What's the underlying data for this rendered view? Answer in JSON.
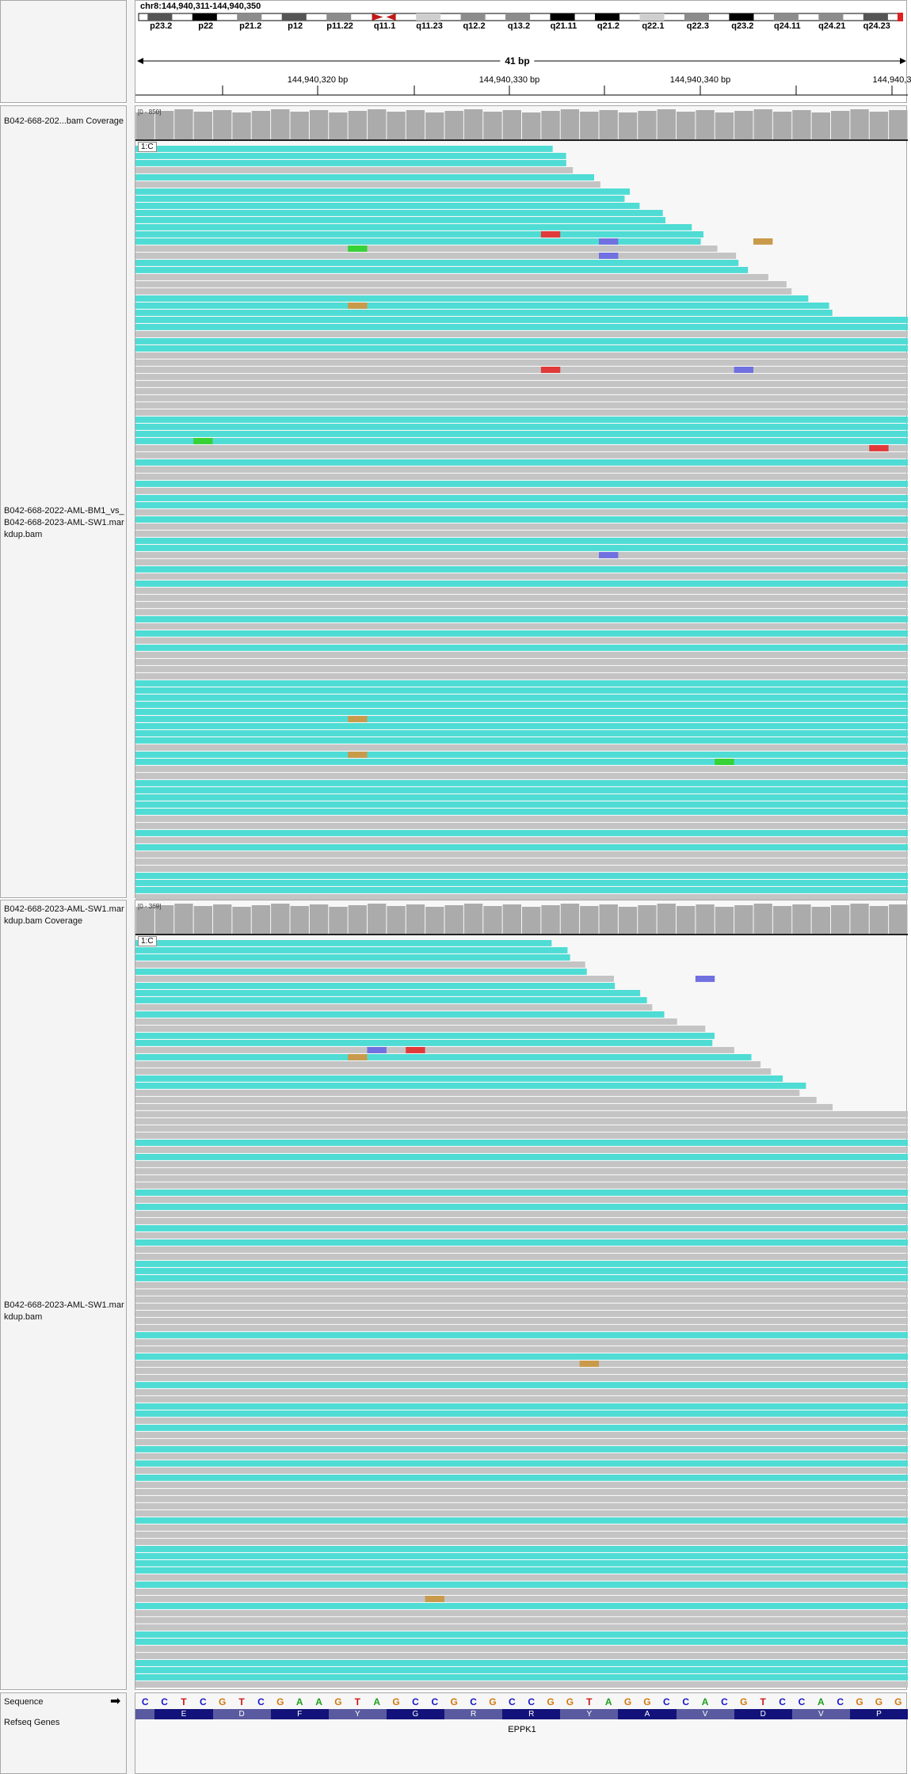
{
  "locus": "chr8:144,940,311-144,940,350",
  "ideogram": {
    "bands": [
      {
        "label": "p23.2",
        "stain": "dark"
      },
      {
        "label": "p22",
        "stain": "black"
      },
      {
        "label": "p21.2",
        "stain": "mid"
      },
      {
        "label": "p12",
        "stain": "dark"
      },
      {
        "label": "p11.22",
        "stain": "mid"
      },
      {
        "label": "q11.1",
        "stain": "centromere"
      },
      {
        "label": "q11.23",
        "stain": "light"
      },
      {
        "label": "q12.2",
        "stain": "mid"
      },
      {
        "label": "q13.2",
        "stain": "mid"
      },
      {
        "label": "q21.11",
        "stain": "black"
      },
      {
        "label": "q21.2",
        "stain": "black"
      },
      {
        "label": "q22.1",
        "stain": "light"
      },
      {
        "label": "q22.3",
        "stain": "mid"
      },
      {
        "label": "q23.2",
        "stain": "black"
      },
      {
        "label": "q24.11",
        "stain": "mid"
      },
      {
        "label": "q24.21",
        "stain": "mid"
      },
      {
        "label": "q24.23",
        "stain": "dark"
      }
    ],
    "current_region_color": "#e02020"
  },
  "ruler": {
    "span_label": "41 bp",
    "ticks": [
      "144,940,320 bp",
      "144,940,330 bp",
      "144,940,340 bp",
      "144,940,3"
    ]
  },
  "tracks": {
    "bam1": {
      "coverage_name": "B042-668-202...bam Coverage",
      "coverage_range": "[0 - 850]",
      "alignment_name": "B042-668-2022-AML-BM1_vs_B042-668-2023-AML-SW1.markdup.bam",
      "position_label": "1:C"
    },
    "bam2": {
      "coverage_name": "B042-668-2023-AML-SW1.markdup.bam Coverage",
      "coverage_range": "[0 - 369]",
      "alignment_name": "B042-668-2023-AML-SW1.markdup.bam",
      "position_label": "1:C"
    }
  },
  "sequence_track": {
    "name": "Sequence",
    "strand_arrow": "➡",
    "bases": [
      "C",
      "C",
      "T",
      "C",
      "G",
      "T",
      "C",
      "G",
      "A",
      "A",
      "G",
      "T",
      "A",
      "G",
      "C",
      "C",
      "G",
      "C",
      "G",
      "C",
      "C",
      "G",
      "G",
      "T",
      "A",
      "G",
      "G",
      "C",
      "C",
      "A",
      "C",
      "G",
      "T",
      "C",
      "C",
      "A",
      "C",
      "G",
      "G",
      "G"
    ],
    "base_colors": {
      "A": "#1a9e1a",
      "C": "#1515c8",
      "G": "#d1790e",
      "T": "#d11515"
    }
  },
  "gene_track": {
    "name": "Refseq Genes",
    "gene_name": "EPPK1",
    "amino_acids": [
      "E",
      "D",
      "F",
      "Y",
      "G",
      "R",
      "R",
      "Y",
      "A",
      "V",
      "D",
      "V",
      "P"
    ]
  },
  "colors": {
    "read_gray": "#c4c4c4",
    "read_cyan": "#4fdcd4",
    "coverage_gray": "#ababab",
    "mismatch_A": "#36d236",
    "mismatch_C": "#7070e0",
    "mismatch_G": "#c89a4a",
    "mismatch_T": "#e03a3a"
  }
}
